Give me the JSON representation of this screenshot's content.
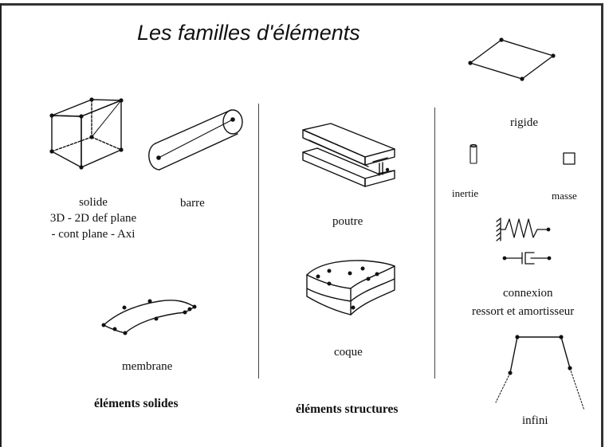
{
  "title": "Les familles d'éléments",
  "families": {
    "solid": {
      "heading": "éléments solides",
      "solide_line1": "solide",
      "solide_line2": "3D - 2D def plane",
      "solide_line3": "- cont plane - Axi",
      "barre": "barre",
      "membrane": "membrane"
    },
    "structure": {
      "heading": "éléments structures",
      "poutre": "poutre",
      "coque": "coque"
    },
    "other": {
      "rigide": "rigide",
      "inertie": "inertie",
      "masse": "masse",
      "connexion_line1": "connexion",
      "connexion_line2": "ressort et amortisseur",
      "infini": "infini"
    }
  },
  "colors": {
    "ink": "#111111",
    "background": "#ffffff"
  }
}
